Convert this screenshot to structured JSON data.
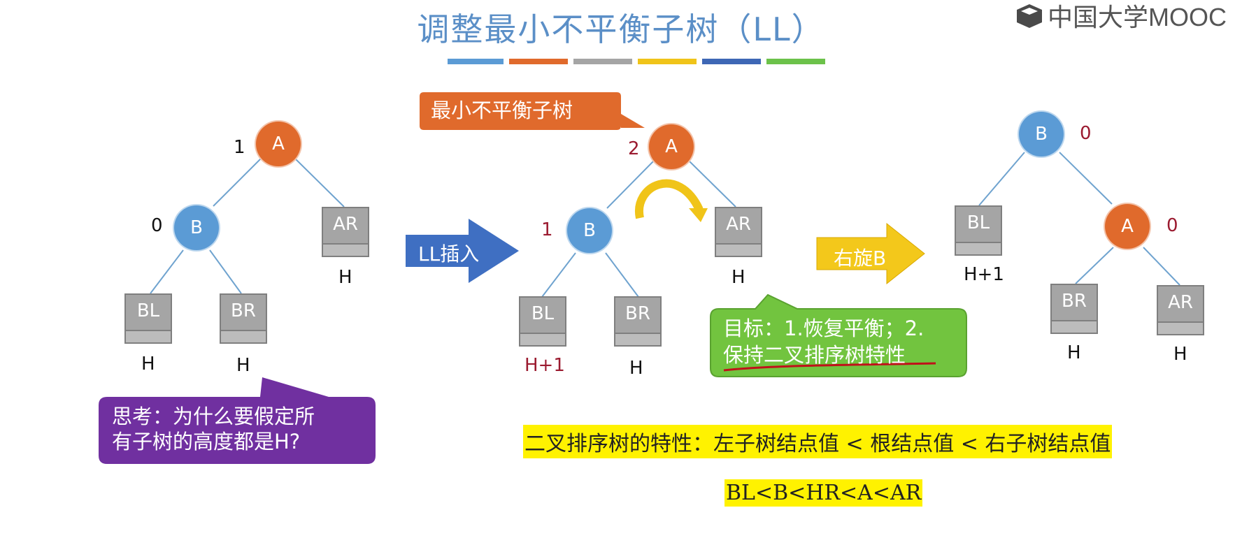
{
  "title": "调整最小不平衡子树（LL）",
  "logo": {
    "text": "中国大学MOOC"
  },
  "stripes": [
    "#5b9bd5",
    "#e06a2c",
    "#a5a5a5",
    "#f0c419",
    "#3e67b5",
    "#6cc24a"
  ],
  "tree1": {
    "A": {
      "label": "A",
      "bf": "1"
    },
    "B": {
      "label": "B",
      "bf": "0"
    },
    "AR": {
      "label": "AR",
      "height": "H"
    },
    "BL": {
      "label": "BL",
      "height": "H"
    },
    "BR": {
      "label": "BR",
      "height": "H"
    }
  },
  "tree2": {
    "A": {
      "label": "A",
      "bf": "2"
    },
    "B": {
      "label": "B",
      "bf": "1"
    },
    "AR": {
      "label": "AR",
      "height": "H"
    },
    "BL": {
      "label": "BL",
      "height": "H+1"
    },
    "BR": {
      "label": "BR",
      "height": "H"
    }
  },
  "tree3": {
    "B": {
      "label": "B",
      "bf": "0"
    },
    "A": {
      "label": "A",
      "bf": "0"
    },
    "BL": {
      "label": "BL",
      "height": "H+1"
    },
    "BR": {
      "label": "BR",
      "height": "H"
    },
    "AR": {
      "label": "AR",
      "height": "H"
    }
  },
  "arrows": {
    "ll_insert": "LL插入",
    "rotate_right": "右旋B"
  },
  "callouts": {
    "min_unbalanced": "最小不平衡子树",
    "think_line1": "思考：为什么要假定所",
    "think_line2": "有子树的高度都是H?",
    "goal_line1": "目标：1.恢复平衡；2.",
    "goal_line2": "保持二叉排序树特性"
  },
  "property": "二叉排序树的特性：左子树结点值 < 根结点值 < 右子树结点值",
  "order": "BL<B<HR<A<AR"
}
